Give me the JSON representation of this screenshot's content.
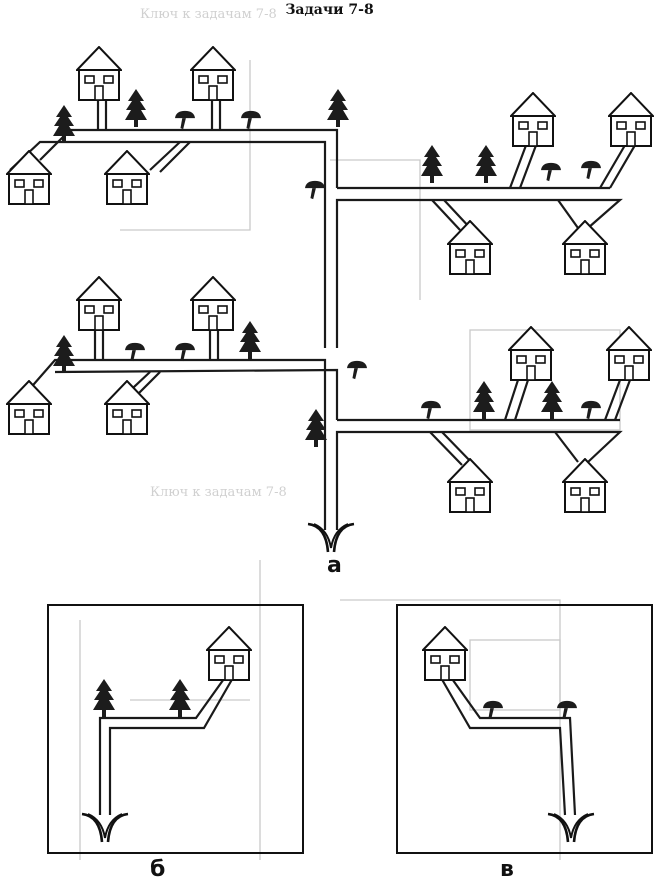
{
  "page": {
    "title": "Задачи 7-8",
    "labels": {
      "a": "а",
      "b": "б",
      "v": "в"
    }
  },
  "icons": [
    "house-icon",
    "tree-icon",
    "mushroom-icon",
    "fork-icon"
  ]
}
